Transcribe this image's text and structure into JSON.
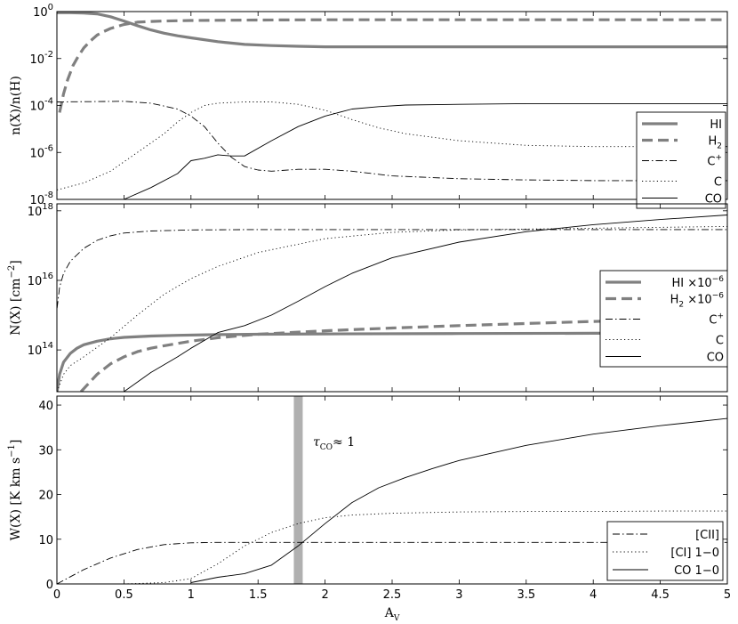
{
  "figure": {
    "xlabel": "A",
    "xlabel_sub": "V",
    "annotation": {
      "text": "τ",
      "sub": "CO",
      "rest": "≈ 1"
    },
    "band_x": 1.8,
    "band_color": "#b0b0b0"
  },
  "chart_data": [
    {
      "type": "line",
      "ylabel": "n(X)/n(H)",
      "yscale": "log",
      "ylim": [
        -8,
        0
      ],
      "xlim": [
        0,
        5
      ],
      "yticks": [
        {
          "base": "10",
          "exp": "-8",
          "v": -8
        },
        {
          "base": "10",
          "exp": "-6",
          "v": -6
        },
        {
          "base": "10",
          "exp": "-4",
          "v": -4
        },
        {
          "base": "10",
          "exp": "-2",
          "v": -2
        },
        {
          "base": "10",
          "exp": "0",
          "v": 0
        }
      ],
      "legend": [
        {
          "label": "HI",
          "sup": "",
          "sub": "",
          "style": "thick"
        },
        {
          "label": "H",
          "sup": "",
          "sub": "2",
          "style": "thickdash"
        },
        {
          "label": "C",
          "sup": "+",
          "sub": "",
          "style": "dashdot"
        },
        {
          "label": "C",
          "sup": "",
          "sub": "",
          "style": "dotted"
        },
        {
          "label": "CO",
          "sup": "",
          "sub": "",
          "style": "solid"
        }
      ],
      "series": [
        {
          "name": "HI",
          "style": "thick",
          "x": [
            0,
            0.1,
            0.2,
            0.3,
            0.4,
            0.5,
            0.6,
            0.7,
            0.8,
            0.9,
            1.0,
            1.2,
            1.4,
            1.6,
            1.8,
            2.0,
            2.5,
            3.0,
            4.0,
            5.0
          ],
          "y": [
            -0.05,
            -0.05,
            -0.06,
            -0.1,
            -0.22,
            -0.4,
            -0.6,
            -0.78,
            -0.92,
            -1.03,
            -1.12,
            -1.28,
            -1.4,
            -1.45,
            -1.48,
            -1.5,
            -1.5,
            -1.5,
            -1.5,
            -1.5
          ]
        },
        {
          "name": "H2",
          "style": "thickdash",
          "x": [
            0.02,
            0.05,
            0.08,
            0.12,
            0.16,
            0.2,
            0.25,
            0.3,
            0.35,
            0.4,
            0.5,
            0.6,
            0.7,
            0.8,
            1.0,
            1.5,
            2.0,
            3.0,
            4.0,
            5.0
          ],
          "y": [
            -4.3,
            -3.5,
            -2.9,
            -2.3,
            -1.9,
            -1.55,
            -1.25,
            -1.0,
            -0.85,
            -0.72,
            -0.55,
            -0.45,
            -0.42,
            -0.4,
            -0.38,
            -0.36,
            -0.35,
            -0.35,
            -0.35,
            -0.35
          ]
        },
        {
          "name": "C+",
          "style": "dashdot",
          "x": [
            0,
            0.5,
            0.7,
            0.9,
            1.0,
            1.1,
            1.2,
            1.3,
            1.4,
            1.5,
            1.6,
            1.8,
            2.0,
            2.2,
            2.5,
            3.0,
            3.5,
            4.0,
            5.0
          ],
          "y": [
            -3.85,
            -3.82,
            -3.9,
            -4.15,
            -4.45,
            -4.9,
            -5.6,
            -6.2,
            -6.6,
            -6.75,
            -6.8,
            -6.72,
            -6.72,
            -6.8,
            -7.0,
            -7.12,
            -7.17,
            -7.2,
            -7.2
          ]
        },
        {
          "name": "C",
          "style": "dotted",
          "x": [
            0,
            0.2,
            0.4,
            0.6,
            0.8,
            0.9,
            1.0,
            1.1,
            1.2,
            1.4,
            1.6,
            1.8,
            2.0,
            2.2,
            2.4,
            2.6,
            3.0,
            3.5,
            4.0,
            5.0
          ],
          "y": [
            -7.6,
            -7.3,
            -6.8,
            -6.0,
            -5.2,
            -4.7,
            -4.3,
            -4.0,
            -3.9,
            -3.85,
            -3.85,
            -3.95,
            -4.2,
            -4.6,
            -4.95,
            -5.2,
            -5.5,
            -5.7,
            -5.75,
            -5.75
          ]
        },
        {
          "name": "CO",
          "style": "solid",
          "x": [
            0.5,
            0.7,
            0.9,
            1.0,
            1.1,
            1.2,
            1.3,
            1.4,
            1.6,
            1.8,
            2.0,
            2.2,
            2.4,
            2.6,
            3.0,
            3.5,
            4.0,
            5.0
          ],
          "y": [
            -8.0,
            -7.5,
            -6.9,
            -6.35,
            -6.25,
            -6.1,
            -6.15,
            -6.15,
            -5.5,
            -4.9,
            -4.45,
            -4.15,
            -4.05,
            -3.98,
            -3.95,
            -3.92,
            -3.92,
            -3.92
          ]
        }
      ]
    },
    {
      "type": "line",
      "ylabel": "N(X) [cm",
      "ylabel_sup": "−2",
      "ylabel_end": "]",
      "yscale": "log",
      "ylim": [
        12.8,
        18.2
      ],
      "xlim": [
        0,
        5
      ],
      "yticks": [
        {
          "base": "10",
          "exp": "14",
          "v": 14
        },
        {
          "base": "10",
          "exp": "16",
          "v": 16
        },
        {
          "base": "10",
          "exp": "18",
          "v": 18
        }
      ],
      "legend": [
        {
          "label": "HI ×10",
          "sup": "−6",
          "sub": "",
          "style": "thick"
        },
        {
          "label": "H",
          "sup": "",
          "sub": "2",
          "tail": " ×10",
          "tail_sup": "−6",
          "style": "thickdash"
        },
        {
          "label": "C",
          "sup": "+",
          "sub": "",
          "style": "dashdot"
        },
        {
          "label": "C",
          "sup": "",
          "sub": "",
          "style": "dotted"
        },
        {
          "label": "CO",
          "sup": "",
          "sub": "",
          "style": "solid"
        }
      ],
      "series": [
        {
          "name": "HI ×10−6",
          "style": "thick",
          "x": [
            0.001,
            0.02,
            0.05,
            0.1,
            0.15,
            0.2,
            0.3,
            0.4,
            0.5,
            0.7,
            0.9,
            1.2,
            1.5,
            2.0,
            3.0,
            4.0,
            5.0
          ],
          "y": [
            12.8,
            13.3,
            13.65,
            13.9,
            14.05,
            14.15,
            14.25,
            14.32,
            14.36,
            14.4,
            14.42,
            14.44,
            14.45,
            14.46,
            14.47,
            14.48,
            14.49
          ]
        },
        {
          "name": "H2 ×10−6",
          "style": "thickdash",
          "x": [
            0.18,
            0.3,
            0.4,
            0.5,
            0.6,
            0.7,
            0.8,
            1.0,
            1.2,
            1.5,
            2.0,
            2.5,
            3.0,
            3.5,
            4.0,
            4.5,
            5.0
          ],
          "y": [
            12.8,
            13.3,
            13.6,
            13.8,
            13.95,
            14.05,
            14.12,
            14.25,
            14.35,
            14.45,
            14.55,
            14.63,
            14.7,
            14.76,
            14.82,
            14.86,
            14.9
          ]
        },
        {
          "name": "C+",
          "style": "dashdot",
          "x": [
            0.001,
            0.02,
            0.05,
            0.1,
            0.2,
            0.3,
            0.4,
            0.5,
            0.7,
            1.0,
            1.5,
            2.0,
            3.0,
            4.0,
            5.0
          ],
          "y": [
            15.2,
            15.8,
            16.2,
            16.55,
            16.92,
            17.15,
            17.28,
            17.36,
            17.42,
            17.45,
            17.46,
            17.46,
            17.46,
            17.46,
            17.46
          ]
        },
        {
          "name": "C",
          "style": "dotted",
          "x": [
            0.001,
            0.05,
            0.1,
            0.2,
            0.4,
            0.6,
            0.8,
            1.0,
            1.2,
            1.5,
            2.0,
            2.5,
            3.0,
            4.0,
            5.0
          ],
          "y": [
            12.8,
            13.3,
            13.55,
            13.8,
            14.35,
            15.0,
            15.6,
            16.05,
            16.4,
            16.8,
            17.2,
            17.38,
            17.45,
            17.5,
            17.55
          ]
        },
        {
          "name": "CO",
          "style": "solid",
          "x": [
            0.5,
            0.7,
            0.9,
            1.0,
            1.2,
            1.4,
            1.6,
            1.8,
            2.0,
            2.2,
            2.5,
            3.0,
            3.5,
            4.0,
            4.5,
            5.0
          ],
          "y": [
            12.8,
            13.35,
            13.8,
            14.05,
            14.5,
            14.7,
            15.0,
            15.4,
            15.82,
            16.2,
            16.65,
            17.1,
            17.4,
            17.6,
            17.75,
            17.88
          ]
        }
      ]
    },
    {
      "type": "line",
      "ylabel": "W(X) [K km s",
      "ylabel_sup": "−1",
      "ylabel_end": "]",
      "yscale": "linear",
      "ylim": [
        0,
        42
      ],
      "xlim": [
        0,
        5
      ],
      "yticks": [
        {
          "base": "0",
          "exp": "",
          "v": 0
        },
        {
          "base": "10",
          "exp": "",
          "v": 10
        },
        {
          "base": "20",
          "exp": "",
          "v": 20
        },
        {
          "base": "30",
          "exp": "",
          "v": 30
        },
        {
          "base": "40",
          "exp": "",
          "v": 40
        }
      ],
      "xticks": [
        "0",
        "0.5",
        "1",
        "1.5",
        "2",
        "2.5",
        "3",
        "3.5",
        "4",
        "4.5",
        "5"
      ],
      "legend": [
        {
          "label": "[CII]",
          "sup": "",
          "sub": "",
          "style": "dashdot"
        },
        {
          "label": "[CI] 1−0",
          "sup": "",
          "sub": "",
          "style": "dotted"
        },
        {
          "label": "CO 1−0",
          "sup": "",
          "sub": "",
          "style": "solid"
        }
      ],
      "series": [
        {
          "name": "[CII]",
          "style": "dashdot",
          "x": [
            0,
            0.2,
            0.4,
            0.6,
            0.8,
            1.0,
            1.2,
            1.5,
            2.0,
            3.0,
            4.0,
            5.0
          ],
          "y": [
            0,
            3.2,
            5.8,
            7.7,
            8.8,
            9.2,
            9.3,
            9.3,
            9.3,
            9.3,
            9.3,
            9.3
          ]
        },
        {
          "name": "[CI] 1−0",
          "style": "dotted",
          "x": [
            0.5,
            0.8,
            1.0,
            1.2,
            1.4,
            1.6,
            1.8,
            2.0,
            2.2,
            2.5,
            3.0,
            3.5,
            4.0,
            4.5,
            5.0
          ],
          "y": [
            0,
            0.3,
            1.2,
            4.5,
            8.5,
            11.5,
            13.5,
            14.8,
            15.4,
            15.8,
            16.1,
            16.2,
            16.2,
            16.3,
            16.3
          ]
        },
        {
          "name": "CO 1−0",
          "style": "solid",
          "x": [
            1.0,
            1.2,
            1.4,
            1.6,
            1.8,
            2.0,
            2.2,
            2.4,
            2.6,
            2.8,
            3.0,
            3.5,
            4.0,
            4.5,
            5.0
          ],
          "y": [
            0.3,
            1.5,
            2.3,
            4.2,
            8.5,
            13.5,
            18.2,
            21.5,
            23.8,
            25.8,
            27.6,
            31.0,
            33.5,
            35.4,
            37.0
          ]
        }
      ]
    }
  ]
}
